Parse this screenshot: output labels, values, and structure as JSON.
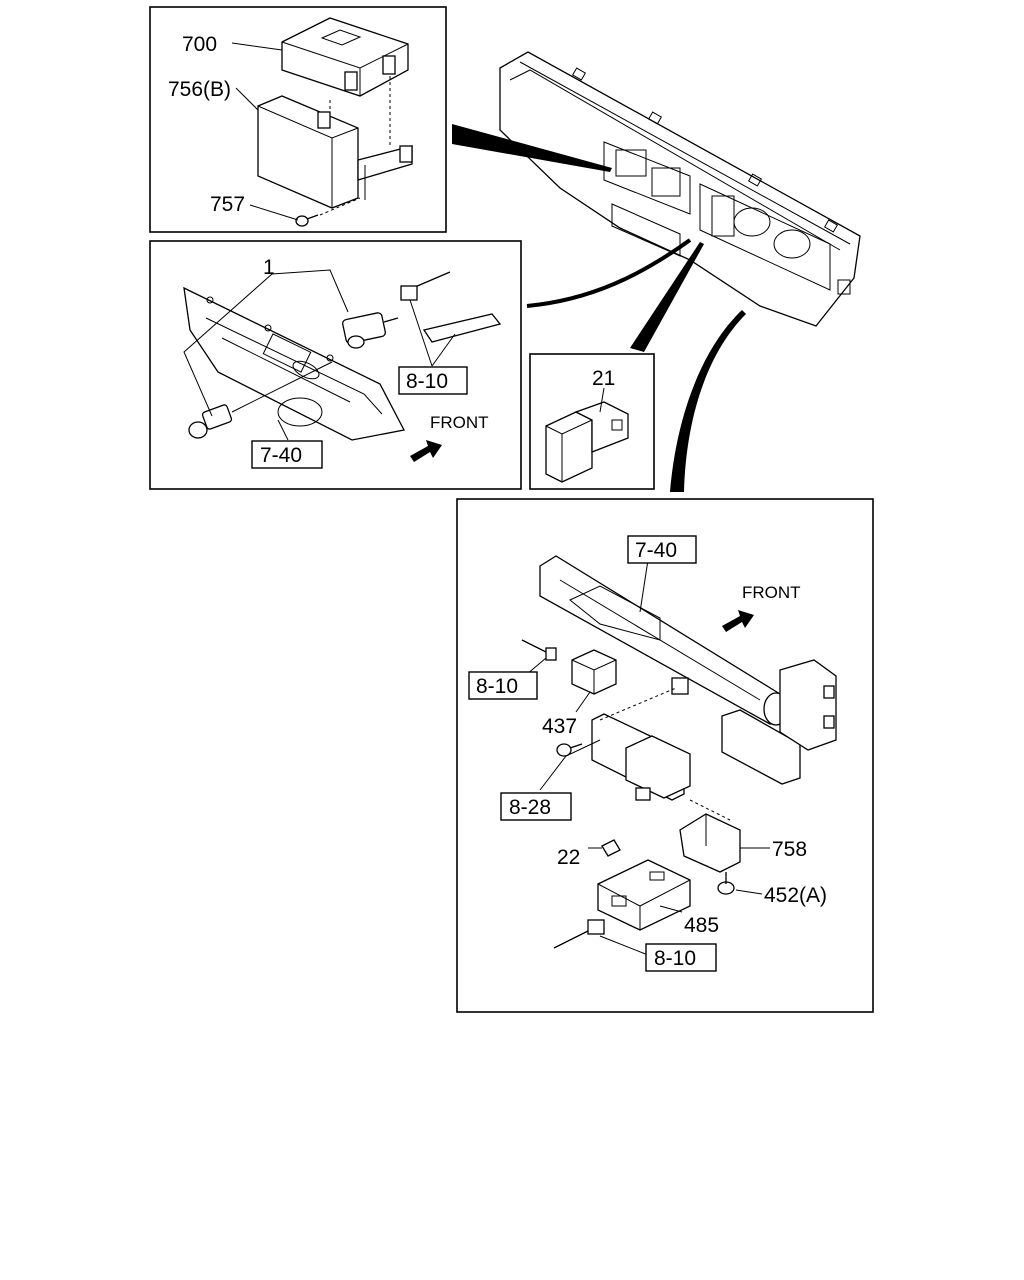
{
  "diagram": {
    "callouts": {
      "p700": "700",
      "p756b": "756(B)",
      "p757": "757",
      "p1": "1",
      "p21": "21",
      "p437": "437",
      "p22": "22",
      "p758": "758",
      "p452a": "452(A)",
      "p485": "485"
    },
    "references": {
      "ref_810_upper": "8-10",
      "ref_740_left": "7-40",
      "ref_740_right": "7-40",
      "ref_810_mid": "8-10",
      "ref_828": "8-28",
      "ref_810_lower": "8-10"
    },
    "front_labels": {
      "left": "FRONT",
      "right": "FRONT"
    }
  }
}
